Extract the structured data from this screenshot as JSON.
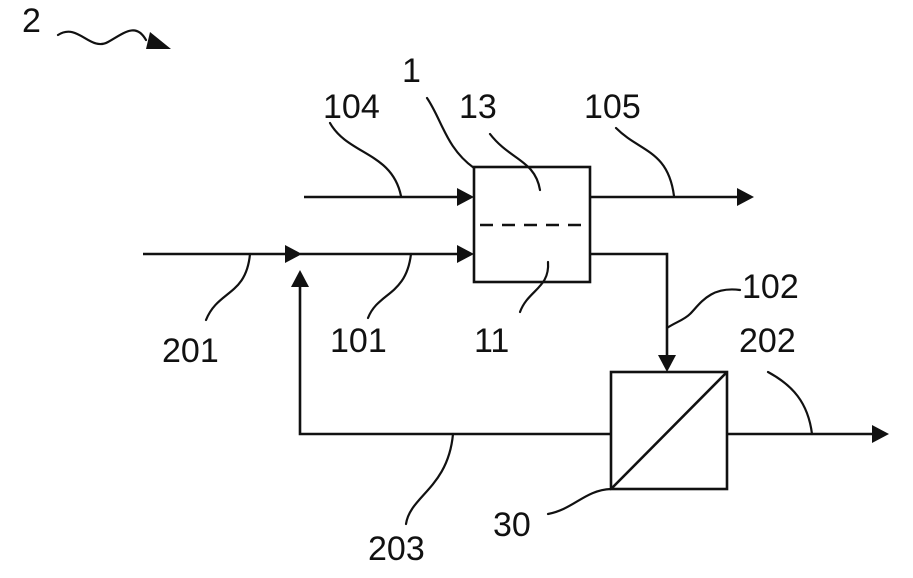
{
  "figure": {
    "ref": "2"
  },
  "units": {
    "membrane_unit": {
      "ref": "1",
      "upper_compartment": "13",
      "lower_compartment": "11"
    },
    "separation_unit": {
      "ref": "30"
    }
  },
  "streams": {
    "feed_in": "201",
    "first_inlet": "101",
    "second_inlet": "104",
    "upper_outlet": "105",
    "lower_outlet": "102",
    "product_outlet": "202",
    "recycle": "203"
  }
}
